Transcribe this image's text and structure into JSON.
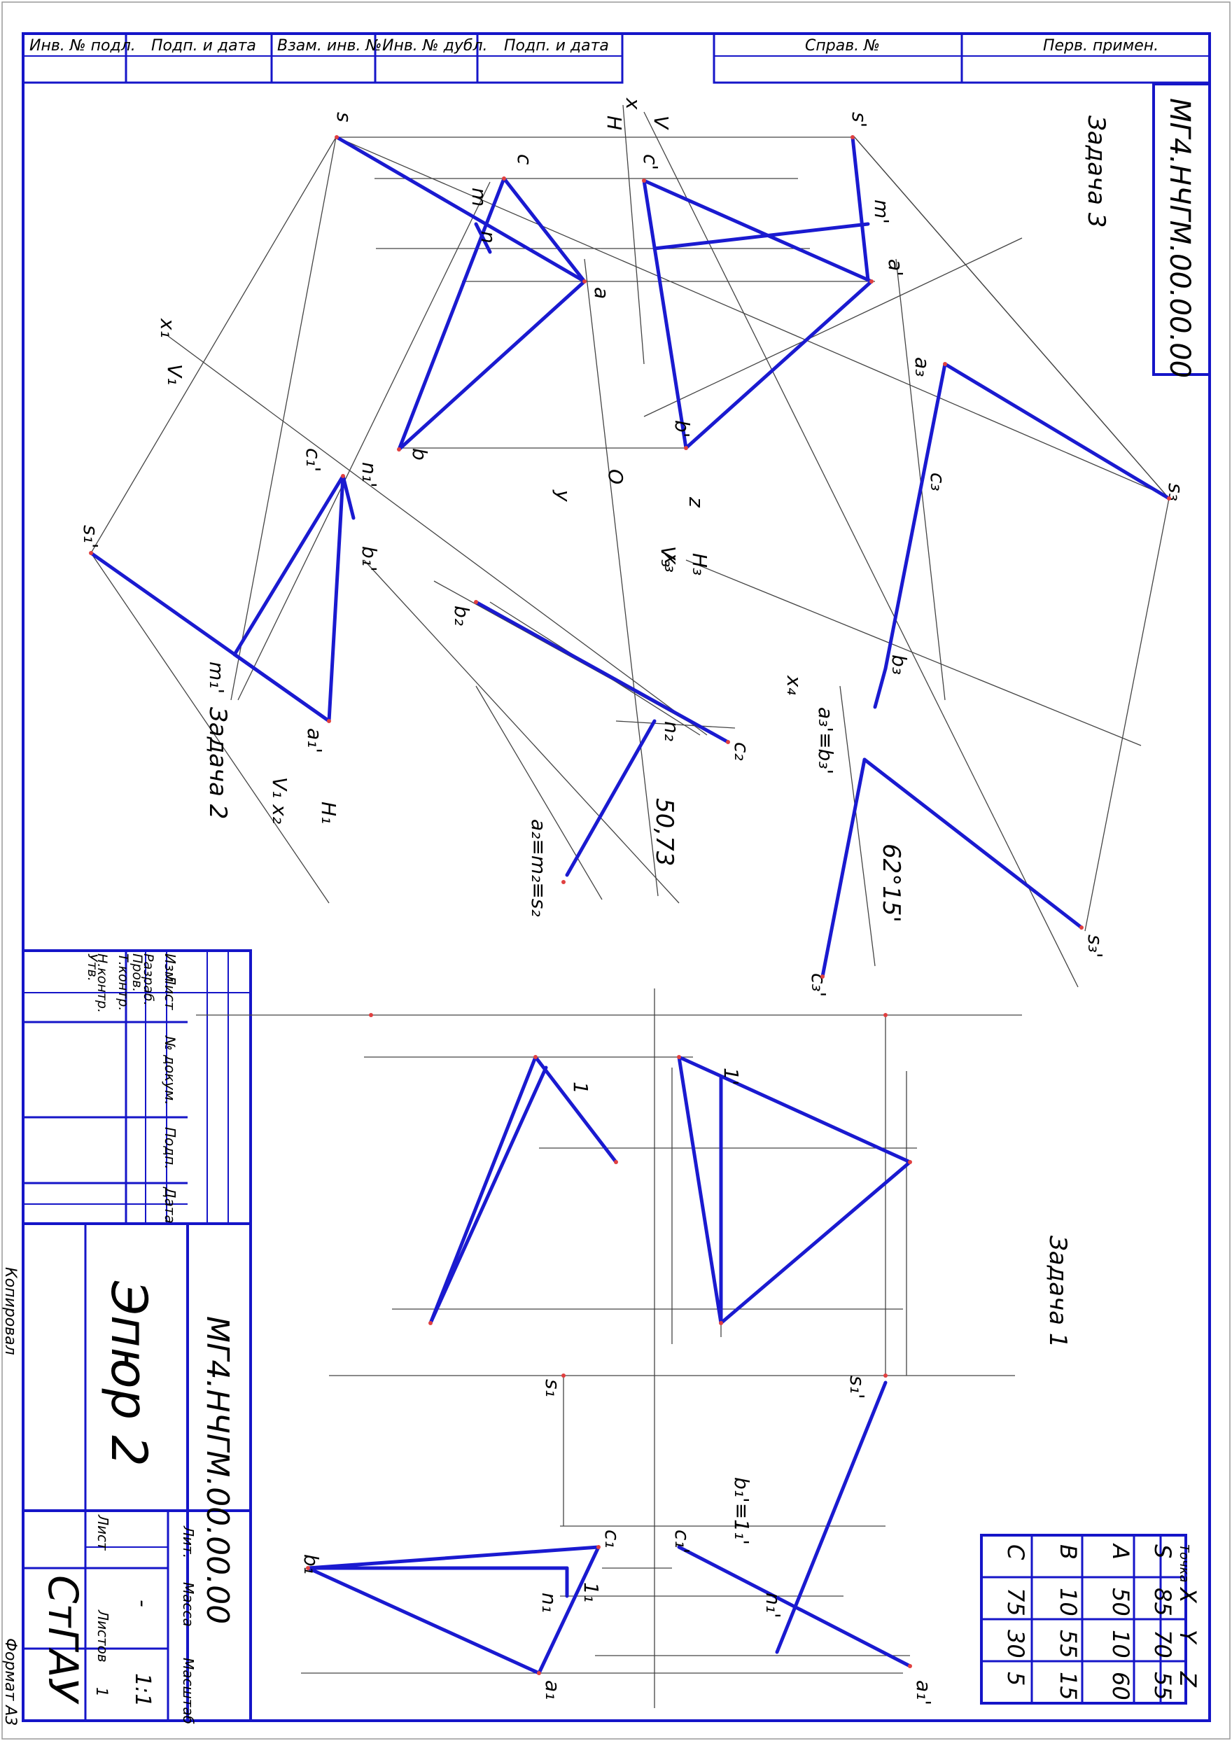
{
  "doc_code": "МГ4.НЧГМ.00.00.00",
  "title_block": {
    "name": "Эпюр 2",
    "org": "СтГАУ",
    "lit": "Лит.",
    "mass": "Масса",
    "scale_label": "Масштаб",
    "sheet_label": "Лист",
    "sheets_label": "Листов",
    "sheets_count": "1",
    "scale_value": "1:1",
    "mass_value": "-",
    "rev_headers": [
      "Изм",
      "Лист",
      "№ докум.",
      "Подп.",
      "Дата"
    ],
    "roles": [
      "Разраб.",
      "Пров.",
      "Т.контр.",
      "Н.контр.",
      "Утв."
    ]
  },
  "top_stamp": [
    "Инв. № подл.",
    "Подп. и дата",
    "Взам. инв. №",
    "Инв. № дубл.",
    "Подп. и дата"
  ],
  "right_stamp": [
    "Справ. №",
    "Перв. примен."
  ],
  "copied": "Копировал",
  "format": "Формат   А3",
  "tasks": [
    "Задача 1",
    "Задача 2",
    "Задача 3"
  ],
  "measures": {
    "angle": "62°15'",
    "length": "50,73"
  },
  "coords_table": {
    "headers": [
      "Точка",
      "X",
      "Y",
      "Z"
    ],
    "rows": [
      [
        "S",
        "85",
        "70",
        "55"
      ],
      [
        "A",
        "50",
        "10",
        "60"
      ],
      [
        "B",
        "10",
        "55",
        "15"
      ],
      [
        "C",
        "75",
        "30",
        "5"
      ]
    ]
  },
  "point_labels": [
    "s",
    "s'",
    "c",
    "c'",
    "m",
    "m'",
    "n",
    "a",
    "a'",
    "b",
    "b'",
    "x",
    "H",
    "V",
    "O",
    "y",
    "z",
    "x₁",
    "V₁",
    "c₁'",
    "n₁'",
    "b₁'",
    "s₁'",
    "m₁'",
    "a₁'",
    "b₂",
    "n₂",
    "c₂",
    "a₂≡m₂≡s₂",
    "V₁ x₂",
    "H₁",
    "a₃",
    "c₃",
    "s₃",
    "H₃",
    "V₃",
    "x₃",
    "b₃",
    "x₄",
    "a₃'≡b₃'",
    "s₃'",
    "c₃'",
    "1",
    "1'",
    "s₁",
    "s₁'",
    "c₁",
    "c₁'",
    "b₁'≡1₁'",
    "n₁",
    "n₁'",
    "1₁",
    "b₁",
    "a₁",
    "a₁'"
  ]
}
